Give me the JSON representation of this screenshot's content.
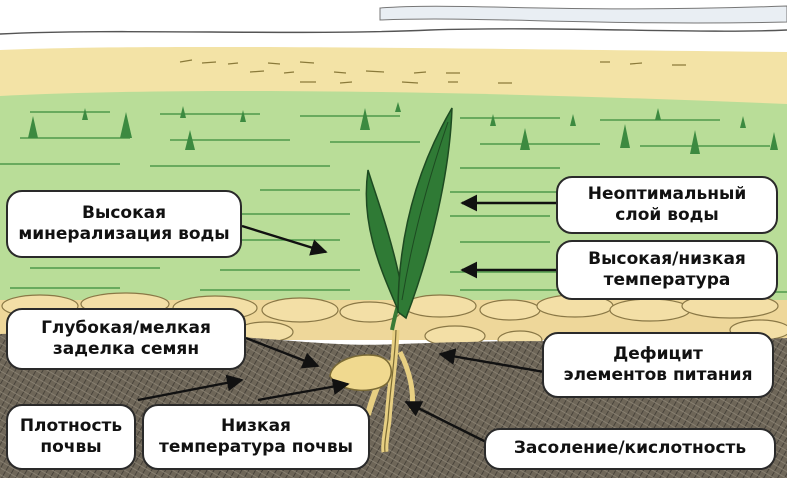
{
  "labels": {
    "high_mineralization": "Высокая\nминерализация воды",
    "nonoptimal_water": "Неоптимальный\nслой воды",
    "temperature": "Высокая/низкая\nтемпература",
    "seed_depth": "Глубокая/мелкая\nзаделка семян",
    "nutrient_deficit": "Дефицит\nэлементов питания",
    "soil_density": "Плотность\nпочвы",
    "low_soil_temperature": "Низкая\nтемпература почвы",
    "salinity_acidity": "Засоление/кислотность"
  },
  "colors": {
    "sky": "#ffffff",
    "distant_field": "#f3e3a6",
    "water": "#b9dd98",
    "water_dark": "#4f9a4a",
    "stones": "#f1dba0",
    "soil": "#6e6658",
    "seedling_leaf": "#2f7a35",
    "seed": "#f0d98f",
    "outline": "#2a2a2a"
  }
}
